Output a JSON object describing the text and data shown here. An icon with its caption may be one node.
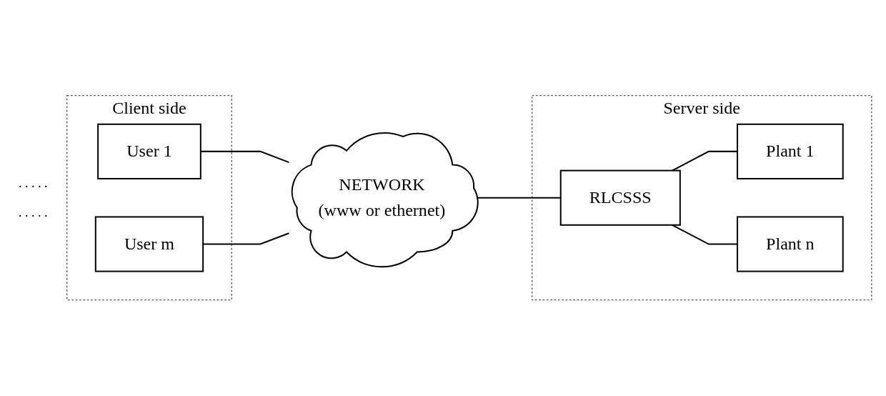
{
  "diagram": {
    "nodes": [
      {
        "text": [
          "Client side"
        ]
      },
      {
        "text": [
          "User 1"
        ],
        "in": 0
      },
      {
        "text": [
          "User m"
        ],
        "in": 0
      },
      {
        "text": [
          "NETWORK",
          "(www or ethernet)"
        ]
      },
      {
        "text": [
          "Server side"
        ]
      },
      {
        "text": [
          "RLCSSS"
        ],
        "in": 4
      },
      {
        "text": [
          "Plant 1"
        ],
        "in": 4
      },
      {
        "text": [
          "Plant n"
        ],
        "in": 4
      }
    ],
    "edges": [
      {
        "from": 1,
        "to": 3,
        "arrow": "none"
      },
      {
        "from": 2,
        "to": 3,
        "arrow": "none"
      },
      {
        "from": 3,
        "to": 5,
        "arrow": "none"
      },
      {
        "from": 5,
        "to": 6,
        "arrow": "none"
      },
      {
        "from": 5,
        "to": 7,
        "arrow": "none"
      }
    ],
    "labels": [
      ". . . . .",
      ". . . . ."
    ]
  }
}
